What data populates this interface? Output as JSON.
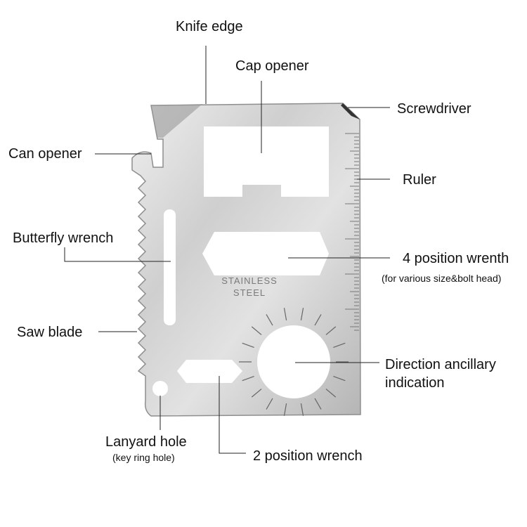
{
  "title": "Stainless steel credit card multi-tool diagram",
  "card_stamp": [
    "STAINLESS",
    "STEEL"
  ],
  "labels": {
    "knife_edge": "Knife edge",
    "cap_opener": "Cap opener",
    "screwdriver": "Screwdriver",
    "can_opener": "Can opener",
    "ruler": "Ruler",
    "butterfly_wrench": "Butterfly wrench",
    "four_position_wrench": "4 position wrenth",
    "four_position_note": "(for various size&bolt head)",
    "saw_blade": "Saw blade",
    "direction_line1": "Direction ancillary",
    "direction_line2": "indication",
    "lanyard_hole": "Lanyard hole",
    "lanyard_note": "(key ring hole)",
    "two_position_wrench": "2 position wrench"
  },
  "colors": {
    "steel_light": "#e4e4e4",
    "steel_dark": "#a9a9a9",
    "text": "#111111"
  }
}
